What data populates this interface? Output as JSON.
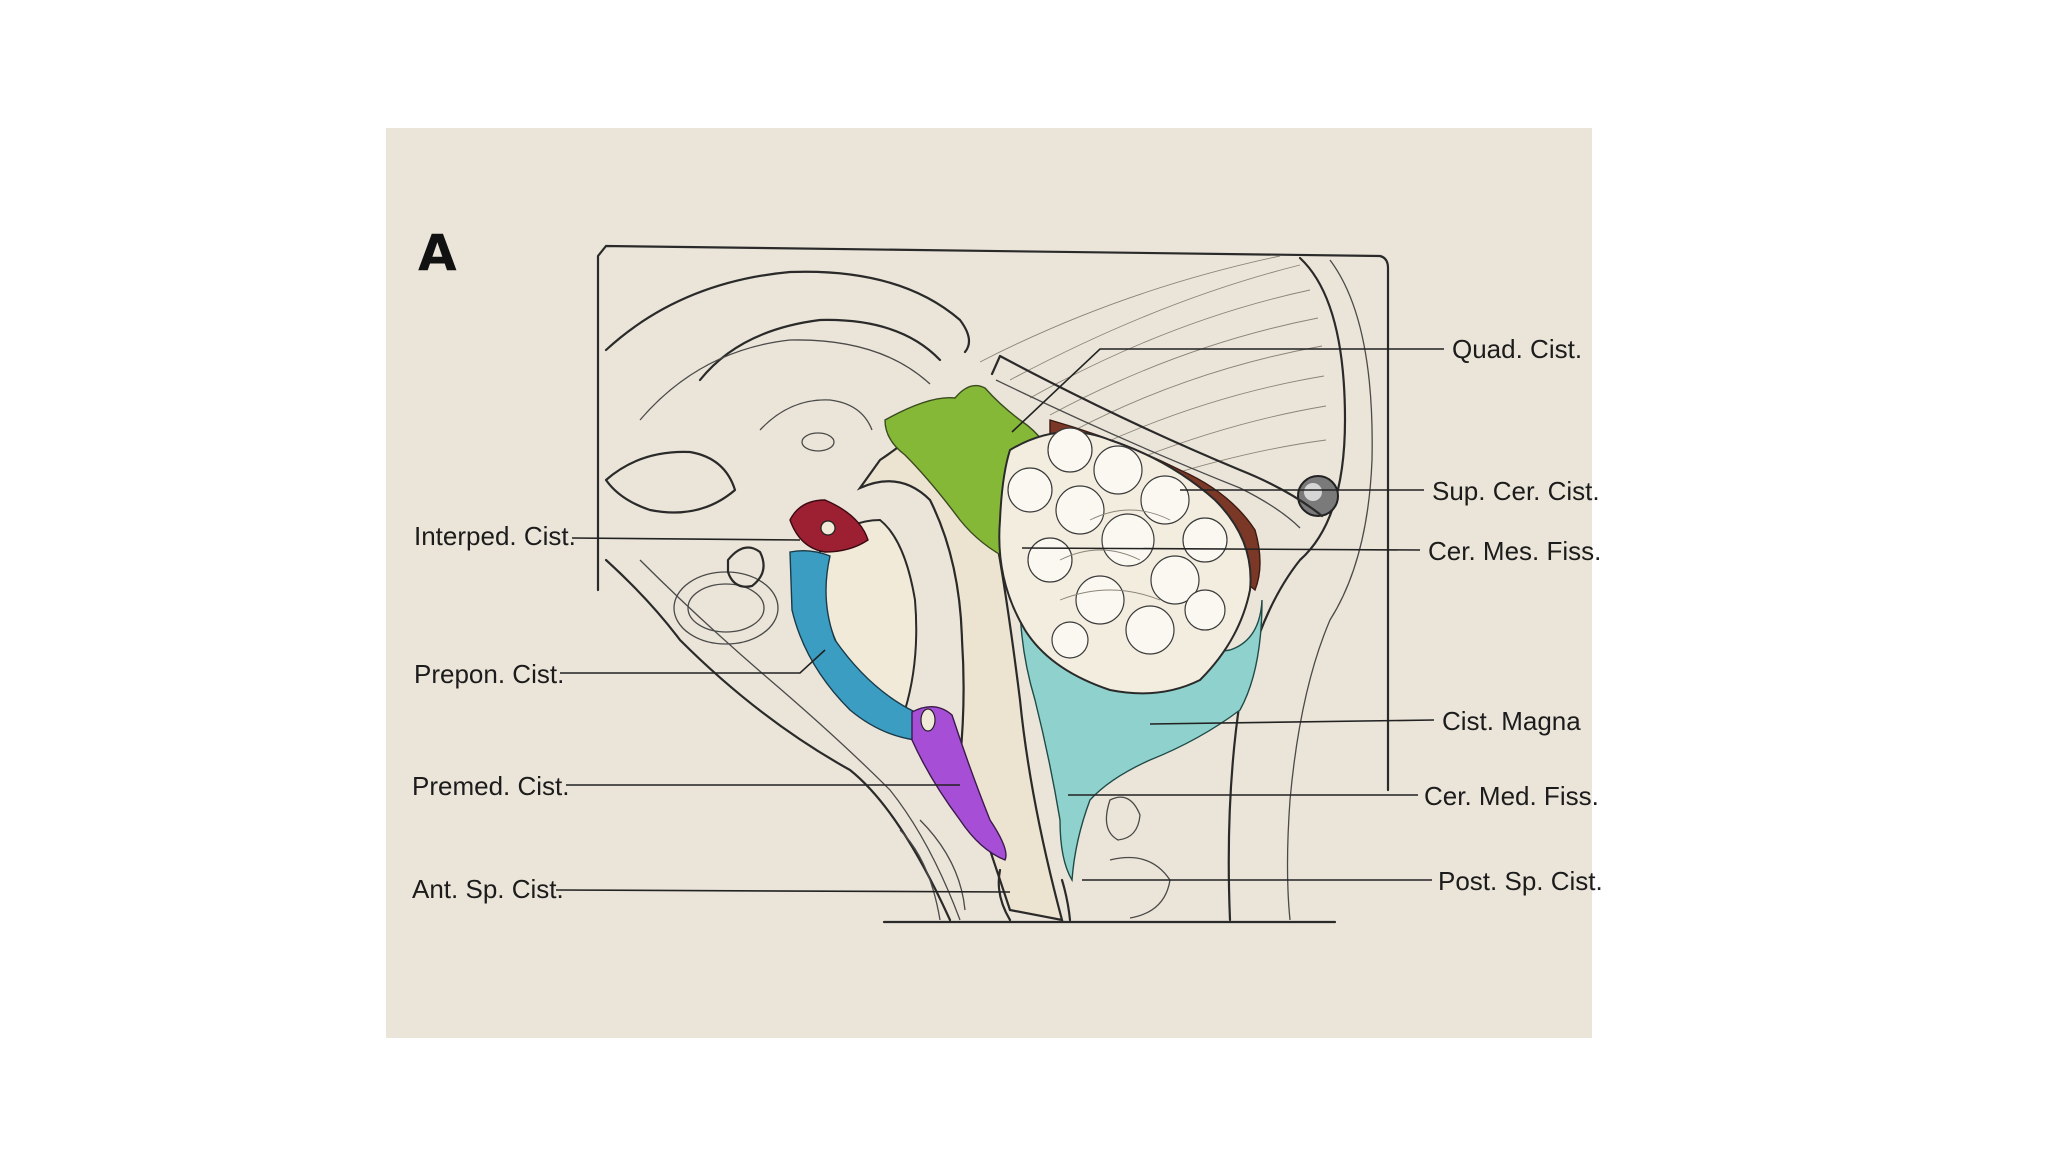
{
  "panel_letter": "A",
  "colors": {
    "background": "#ffffff",
    "plate": "#ebe5d9",
    "quad_cistern": "#86b838",
    "sup_cer_cistern": "#7c3826",
    "interped_cistern": "#9c1f32",
    "prepon_cistern": "#3c9dc2",
    "premed_cistern": "#a64fd6",
    "cist_magna": "#8fd2cd"
  },
  "labels": {
    "right": [
      {
        "id": "quad",
        "text": "Quad. Cist."
      },
      {
        "id": "supcer",
        "text": "Sup. Cer. Cist."
      },
      {
        "id": "cermes",
        "text": "Cer. Mes. Fiss."
      },
      {
        "id": "magna",
        "text": "Cist. Magna"
      },
      {
        "id": "cermed",
        "text": "Cer. Med. Fiss."
      },
      {
        "id": "postsp",
        "text": "Post. Sp. Cist."
      }
    ],
    "left": [
      {
        "id": "interped",
        "text": "Interped. Cist."
      },
      {
        "id": "prepon",
        "text": "Prepon. Cist."
      },
      {
        "id": "premed",
        "text": "Premed. Cist."
      },
      {
        "id": "antsp",
        "text": "Ant. Sp. Cist."
      }
    ]
  }
}
